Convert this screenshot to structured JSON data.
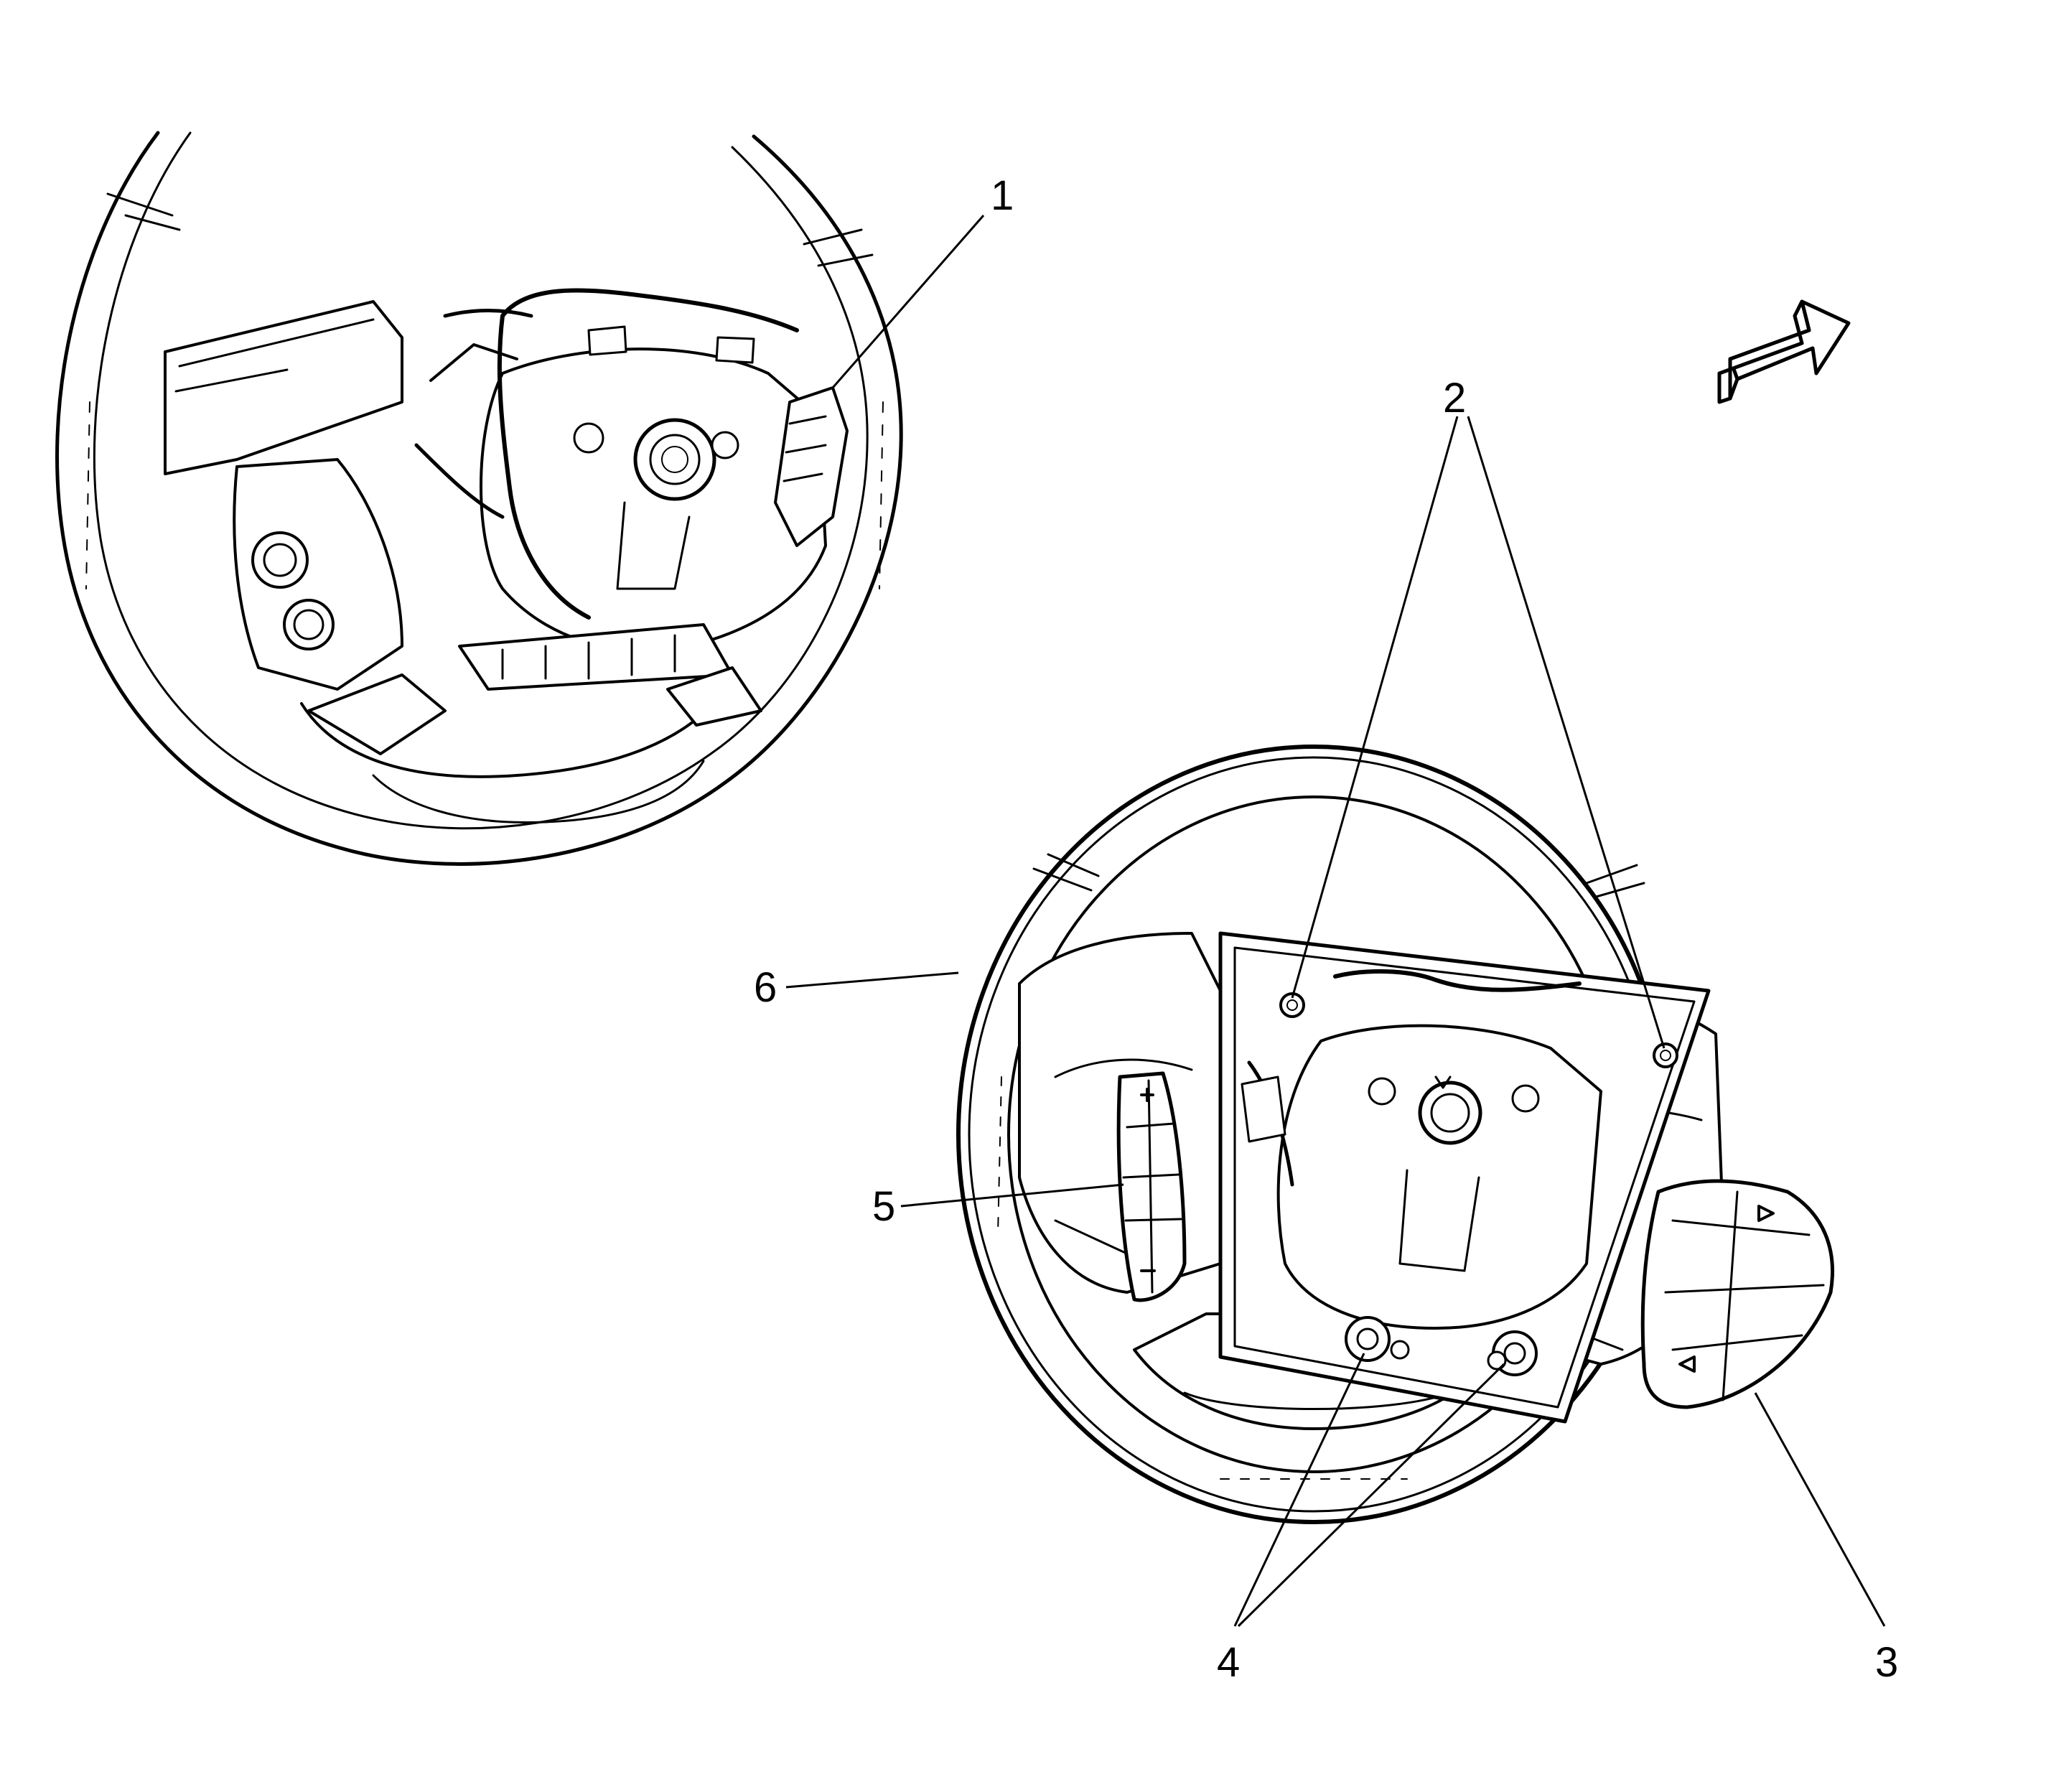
{
  "figure": {
    "callouts": [
      {
        "id": "1",
        "text": "1"
      },
      {
        "id": "2",
        "text": "2"
      },
      {
        "id": "3",
        "text": "3"
      },
      {
        "id": "4",
        "text": "4"
      },
      {
        "id": "5",
        "text": "5"
      },
      {
        "id": "6",
        "text": "6"
      }
    ],
    "icons": [
      "orientation-arrow-icon"
    ],
    "colors": {
      "line": "#000000",
      "background": "#ffffff"
    }
  }
}
